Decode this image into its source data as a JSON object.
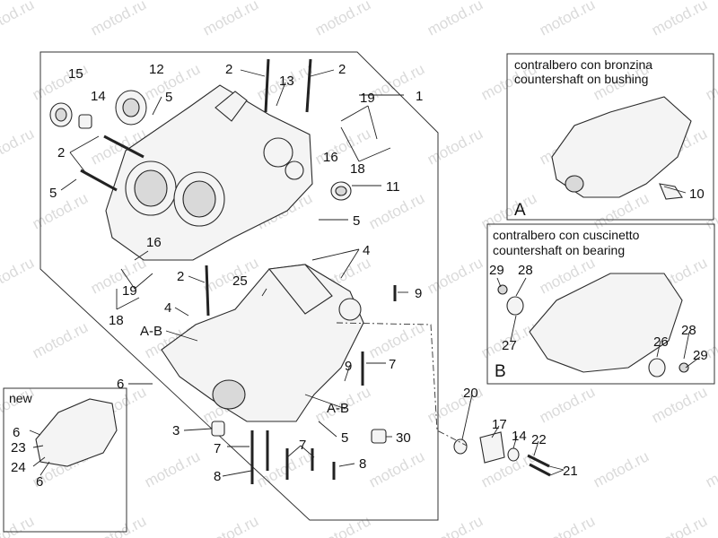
{
  "watermark": "motod.ru",
  "insets": {
    "A": {
      "letter": "A",
      "line1": "contralbero con bronzina",
      "line2": "countershaft on bushing"
    },
    "B": {
      "letter": "B",
      "line1": "contralbero con cuscinetto",
      "line2": "countershaft on bearing"
    },
    "new": {
      "label": "new"
    }
  },
  "callouts": {
    "c1": "1",
    "c2a": "2",
    "c2b": "2",
    "c2c": "2",
    "c2d": "2",
    "c3": "3",
    "c4a": "4",
    "c4b": "4",
    "c5a": "5",
    "c5b": "5",
    "c5c": "5",
    "c5d": "5",
    "c6a": "6",
    "c7a": "7",
    "c7b": "7",
    "c7c": "7",
    "c8a": "8",
    "c8b": "8",
    "c9a": "9",
    "c9b": "9",
    "c10": "10",
    "c11": "11",
    "c12": "12",
    "c13": "13",
    "c14a": "14",
    "c14b": "14",
    "c15": "15",
    "c16a": "16",
    "c16b": "16",
    "c17": "17",
    "c18a": "18",
    "c18b": "18",
    "c19a": "19",
    "c19b": "19",
    "c20": "20",
    "c21": "21",
    "c22": "22",
    "c23": "23",
    "c24": "24",
    "c25": "25",
    "c26": "26",
    "c27": "27",
    "c28a": "28",
    "c28b": "28",
    "c29a": "29",
    "c29b": "29",
    "c30": "30",
    "c6b": "6",
    "c6c": "6",
    "ab1": "A-B",
    "ab2": "A-B"
  }
}
